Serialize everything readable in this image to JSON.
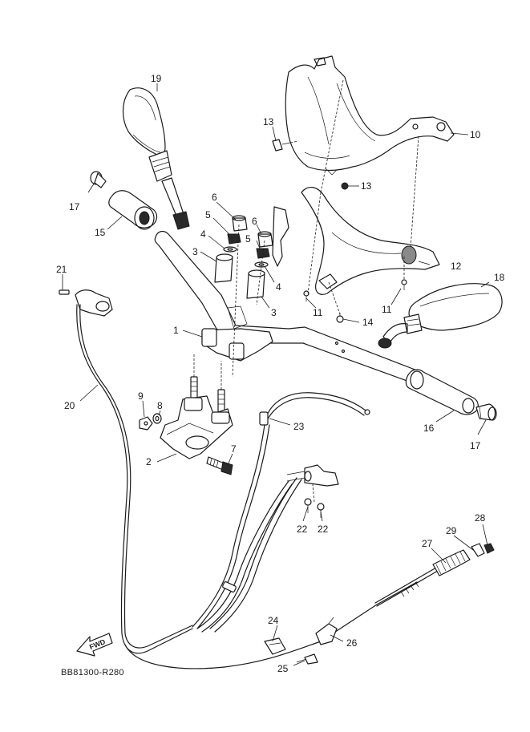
{
  "diagram_code": "BB81300-R280",
  "fwd_label": "FWD",
  "callouts": [
    "1",
    "2",
    "3",
    "3",
    "4",
    "4",
    "5",
    "5",
    "6",
    "6",
    "7",
    "8",
    "9",
    "10",
    "11",
    "11",
    "12",
    "13",
    "13",
    "14",
    "15",
    "16",
    "17",
    "17",
    "18",
    "19",
    "20",
    "21",
    "22",
    "22",
    "23",
    "24",
    "25",
    "26",
    "27",
    "28",
    "29"
  ]
}
